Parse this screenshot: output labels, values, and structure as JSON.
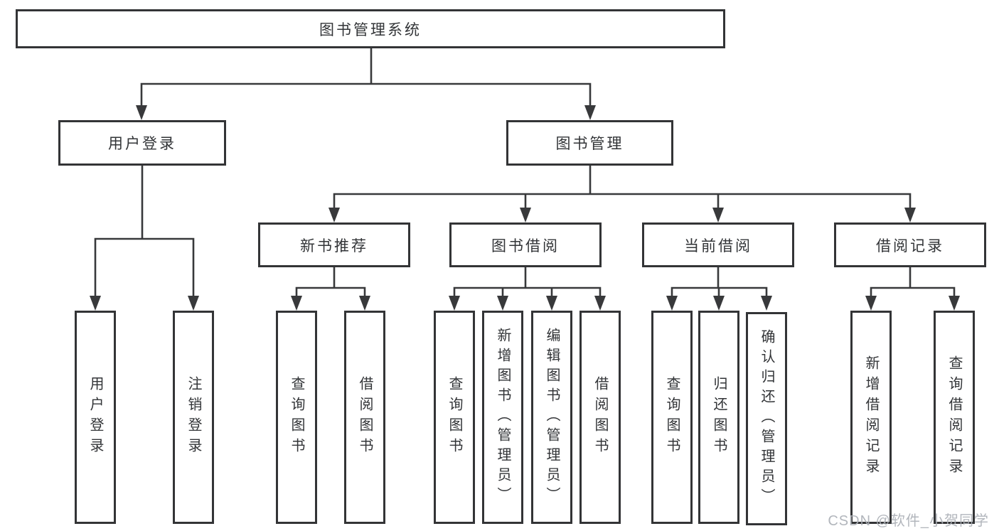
{
  "diagram": {
    "root": {
      "label": "图书管理系统"
    },
    "children": [
      {
        "label": "用户登录",
        "children": [
          {
            "label": "用户登录"
          },
          {
            "label": "注销登录"
          }
        ]
      },
      {
        "label": "图书管理",
        "children": [
          {
            "label": "新书推荐",
            "children": [
              {
                "label": "查询图书"
              },
              {
                "label": "借阅图书"
              }
            ]
          },
          {
            "label": "图书借阅",
            "children": [
              {
                "label": "查询图书"
              },
              {
                "label": "新增图书（管理员）"
              },
              {
                "label": "编辑图书（管理员）"
              },
              {
                "label": "借阅图书"
              }
            ]
          },
          {
            "label": "当前借阅",
            "children": [
              {
                "label": "查询图书"
              },
              {
                "label": "归还图书"
              },
              {
                "label": "确认归还（管理员）"
              }
            ]
          },
          {
            "label": "借阅记录",
            "children": [
              {
                "label": "新增借阅记录"
              },
              {
                "label": "查询借阅记录"
              }
            ]
          }
        ]
      }
    ]
  },
  "watermark": {
    "text": "CSDN @软件_小贺同学"
  },
  "colors": {
    "line": "#38393b",
    "box_border": "#333436",
    "box_fill": "#ffffff",
    "text": "#323437",
    "watermark": "#abb0b6",
    "background": "#ffffff"
  }
}
